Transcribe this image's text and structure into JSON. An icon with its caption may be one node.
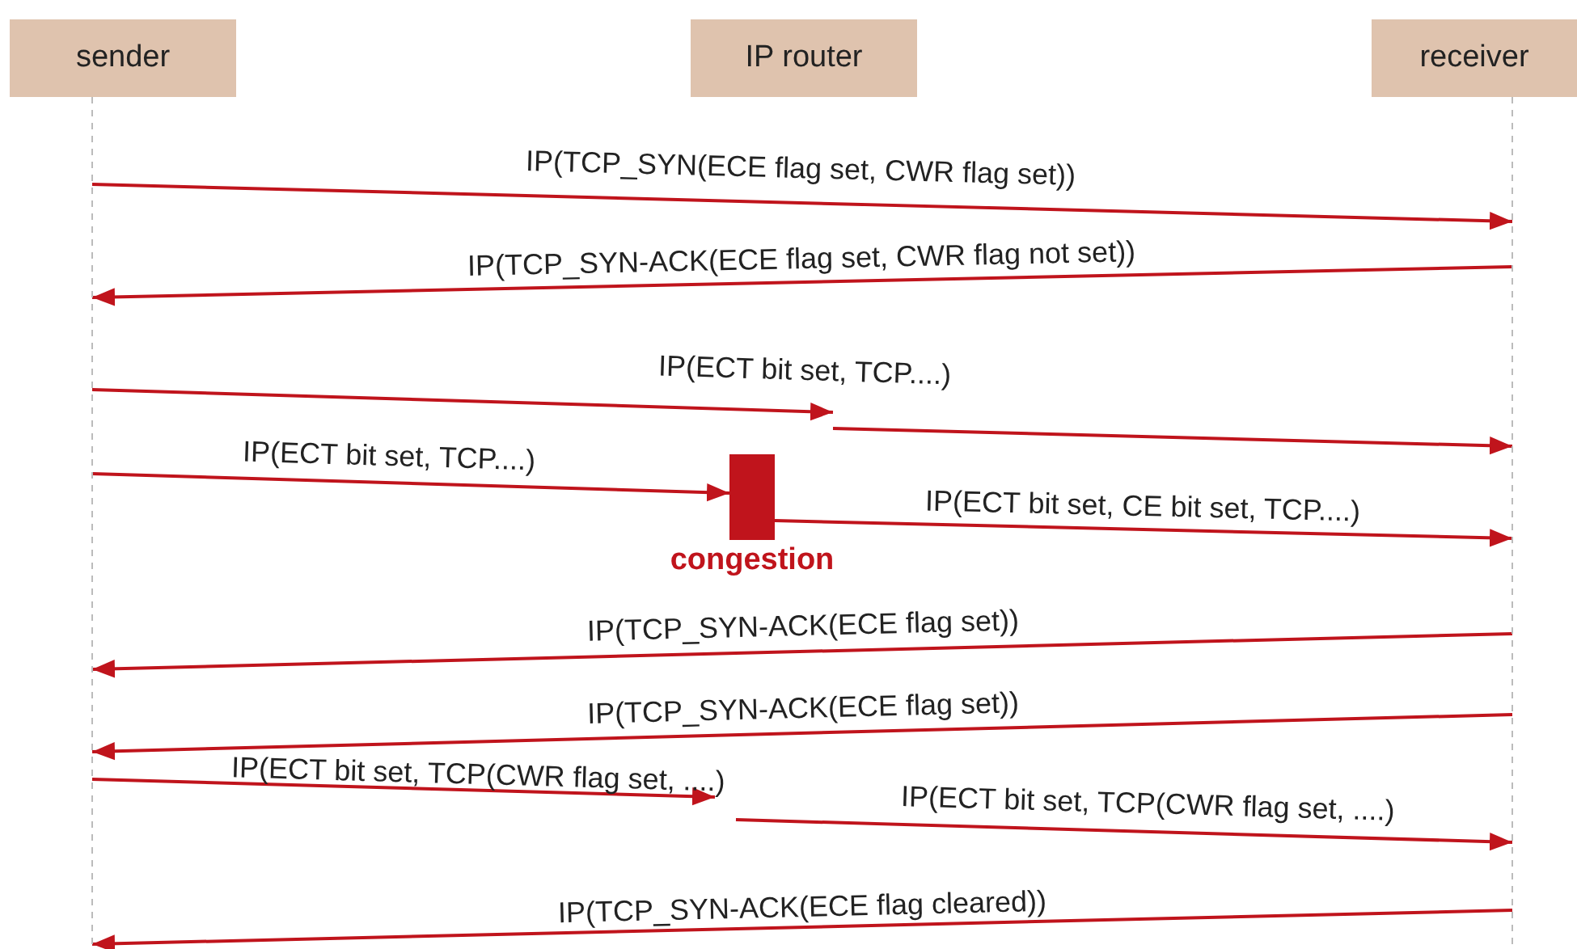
{
  "diagram": {
    "nodes": [
      {
        "text": [
          "sender"
        ]
      },
      {
        "text": [
          "IP router"
        ]
      },
      {
        "text": [
          "receiver"
        ]
      },
      {
        "text": [],
        "shape": "bar",
        "beside": [
          "congestion"
        ]
      }
    ],
    "edges": [
      {
        "from": 0,
        "to": 2,
        "arrow": "to",
        "label": "IP(TCP_SYN(ECE flag set, CWR flag set))"
      },
      {
        "from": 2,
        "to": 0,
        "arrow": "to",
        "label": "IP(TCP_SYN-ACK(ECE flag set, CWR flag not set))"
      },
      {
        "from": 0,
        "to": null,
        "arrow": "to",
        "label": "IP(ECT bit set, TCP....)"
      },
      {
        "from": null,
        "to": 2,
        "arrow": "to"
      },
      {
        "from": 0,
        "to": 3,
        "arrow": "to",
        "label": "IP(ECT bit set, TCP....)"
      },
      {
        "from": 3,
        "to": 2,
        "arrow": "to",
        "label": "IP(ECT bit set, CE bit set, TCP....)"
      },
      {
        "from": 2,
        "to": 0,
        "arrow": "to",
        "label": "IP(TCP_SYN-ACK(ECE flag set))"
      },
      {
        "from": 2,
        "to": 0,
        "arrow": "to",
        "label": "IP(TCP_SYN-ACK(ECE flag set))"
      },
      {
        "from": 0,
        "to": null,
        "arrow": "to",
        "label": "IP(ECT bit set, TCP(CWR flag set, ....)"
      },
      {
        "from": null,
        "to": 2,
        "arrow": "to",
        "label": "IP(ECT bit set, TCP(CWR flag set, ....)"
      },
      {
        "from": 2,
        "to": 0,
        "arrow": "to",
        "label": "IP(TCP_SYN-ACK(ECE flag cleared))"
      }
    ]
  }
}
